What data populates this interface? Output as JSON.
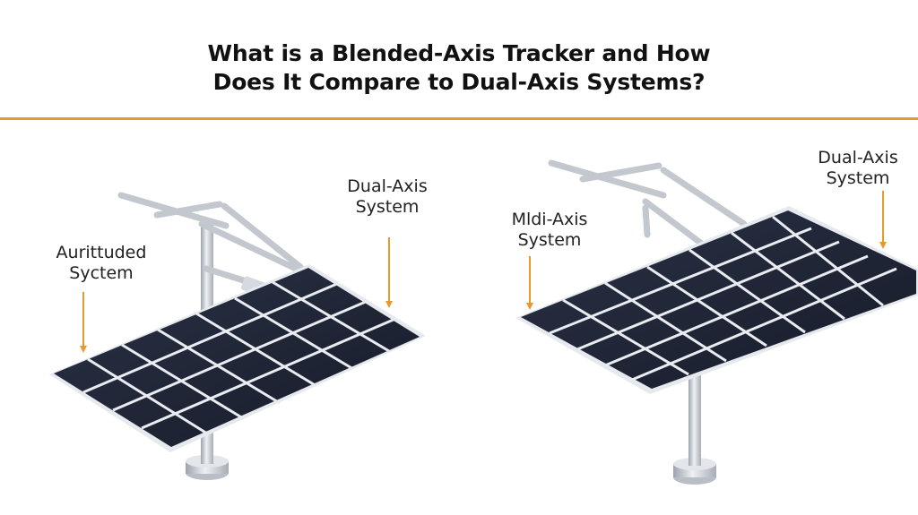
{
  "title": {
    "line1": "What is a Blended-Axis Tracker and How",
    "line2": "Does It Compare to Dual-Axis Systems?"
  },
  "labels": {
    "left_a": {
      "line1": "Aurittuded",
      "line2": "Syctem"
    },
    "left_b": {
      "line1": "Dual-Axis",
      "line2": "System"
    },
    "right_a": {
      "line1": "Mldi-Axis",
      "line2": "System"
    },
    "right_b": {
      "line1": "Dual-Axis",
      "line2": "System"
    }
  },
  "colors": {
    "accent": "#e59a2e",
    "panel": "#1c2333",
    "panel_frame": "#dfe3ea",
    "metal": "#c9ced6"
  }
}
